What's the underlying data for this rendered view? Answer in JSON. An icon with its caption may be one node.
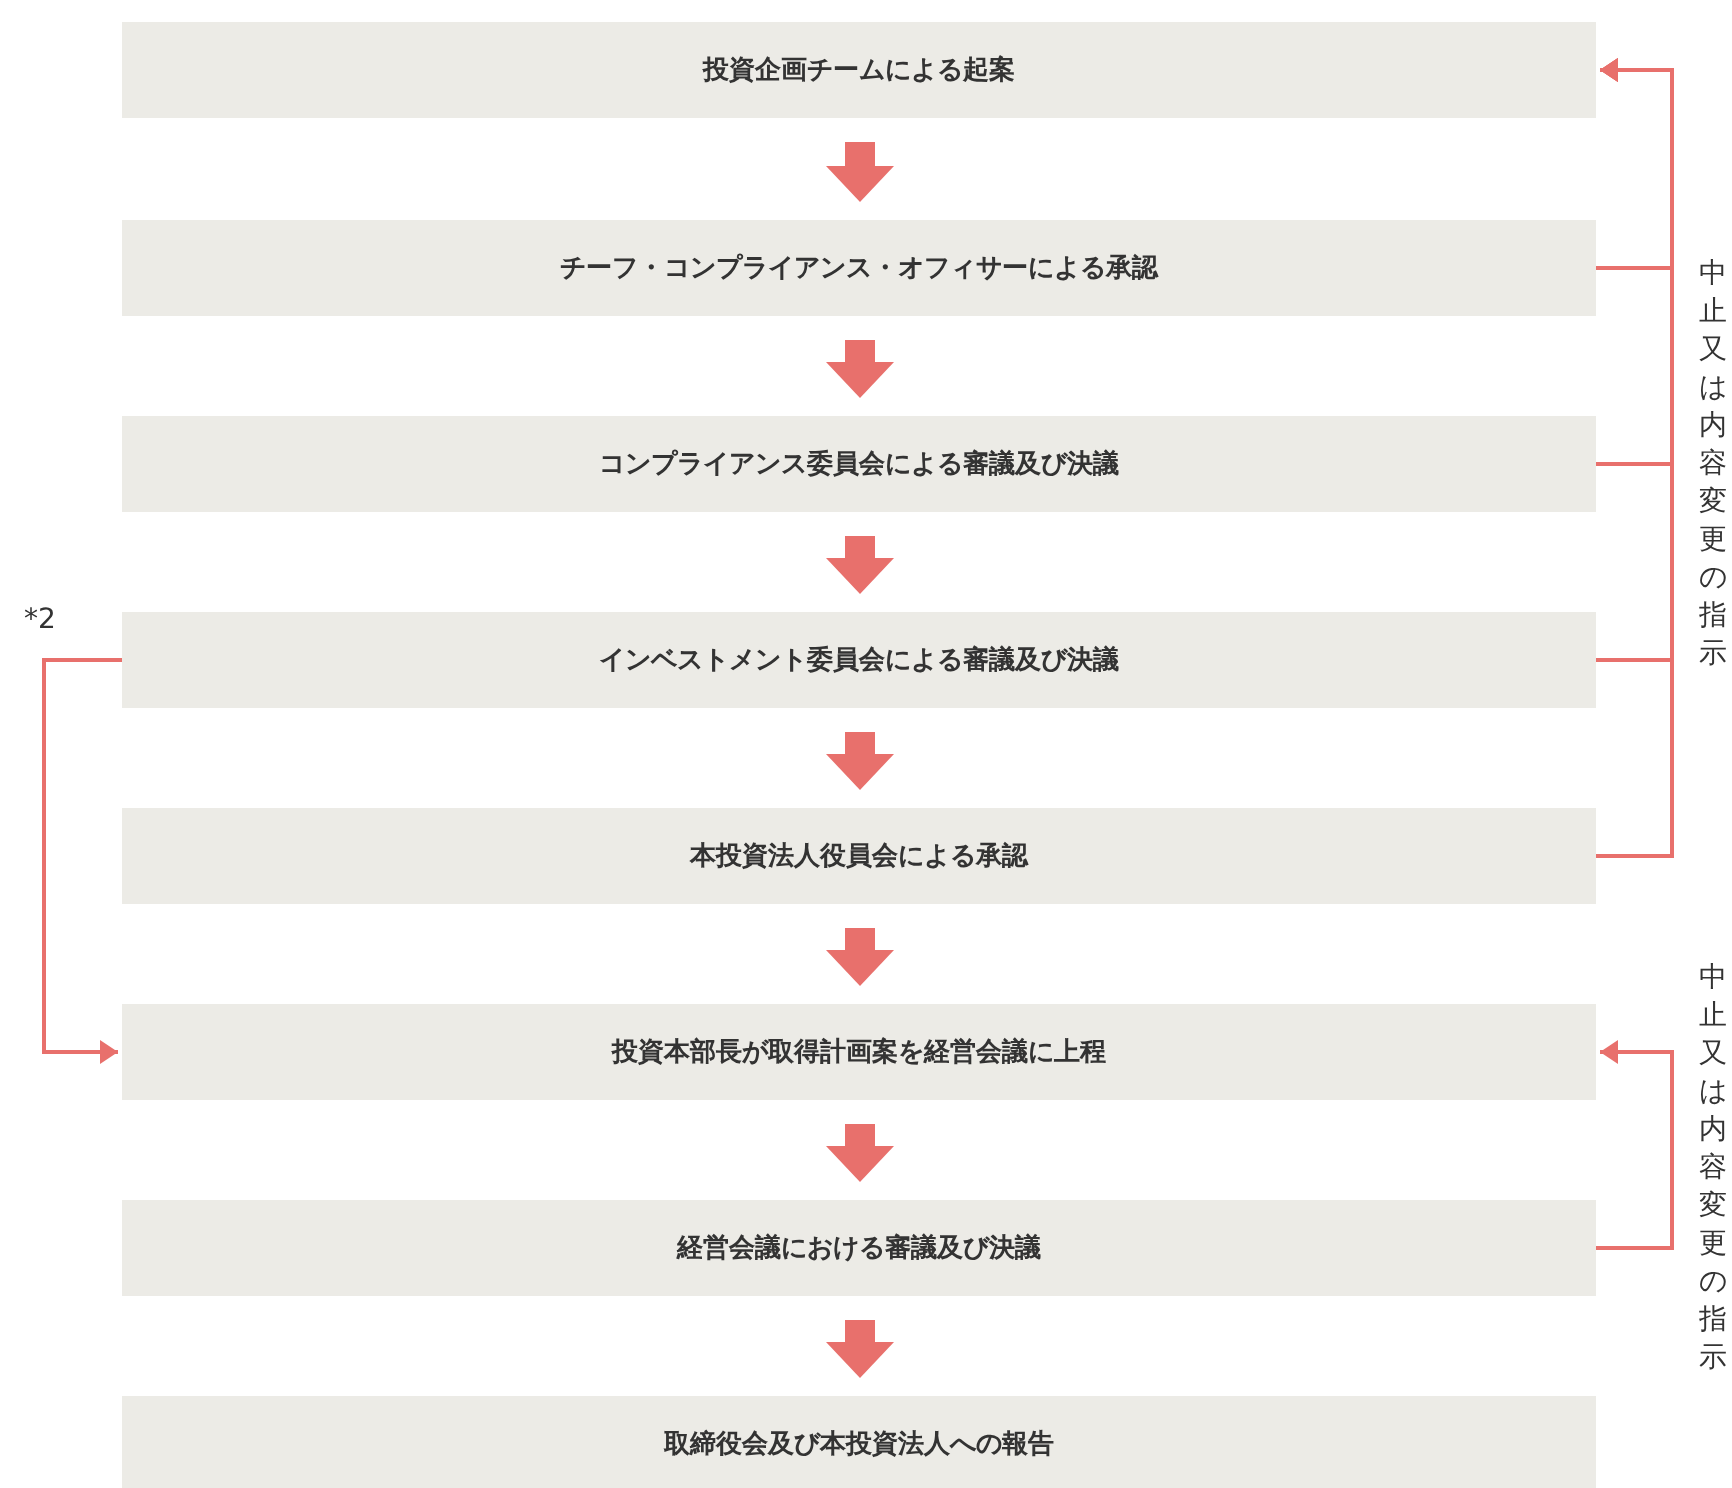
{
  "diagram": {
    "nodes": [
      {
        "text": [
          "投資企画チームによる起案"
        ]
      },
      {
        "text": [
          "チーフ・コンプライアンス・オフィサーによる承認"
        ]
      },
      {
        "text": [
          "コンプライアンス委員会による審議及び決議"
        ]
      },
      {
        "text": [
          "インベストメント委員会による審議及び決議"
        ]
      },
      {
        "text": [
          "本投資法人役員会による承認"
        ]
      },
      {
        "text": [
          "投資本部長が取得計画案を経営会議に上程"
        ]
      },
      {
        "text": [
          "経営会議における審議及び決議"
        ]
      },
      {
        "text": [
          "取締役会及び本投資法人への報告"
        ]
      }
    ],
    "edges": [
      {
        "from": 0,
        "to": 1,
        "arrow": "to"
      },
      {
        "from": 1,
        "to": 2,
        "arrow": "to"
      },
      {
        "from": 2,
        "to": 3,
        "arrow": "to"
      },
      {
        "from": 3,
        "to": 4,
        "arrow": "to"
      },
      {
        "from": 4,
        "to": 5,
        "arrow": "to"
      },
      {
        "from": 5,
        "to": 6,
        "arrow": "to"
      },
      {
        "from": 6,
        "to": 7,
        "arrow": "to"
      },
      {
        "from": 1,
        "to": 0,
        "arrow": "to"
      },
      {
        "from": 2,
        "to": 0,
        "arrow": "to"
      },
      {
        "from": 3,
        "to": 0,
        "arrow": "to"
      },
      {
        "from": 4,
        "to": 0,
        "arrow": "to"
      },
      {
        "from": 3,
        "to": 5,
        "arrow": "to"
      },
      {
        "from": 6,
        "to": 5,
        "arrow": "to"
      }
    ],
    "labels": [
      "中止又は内容変更の指示",
      "*2",
      "中止又は内容変更の指示"
    ]
  }
}
